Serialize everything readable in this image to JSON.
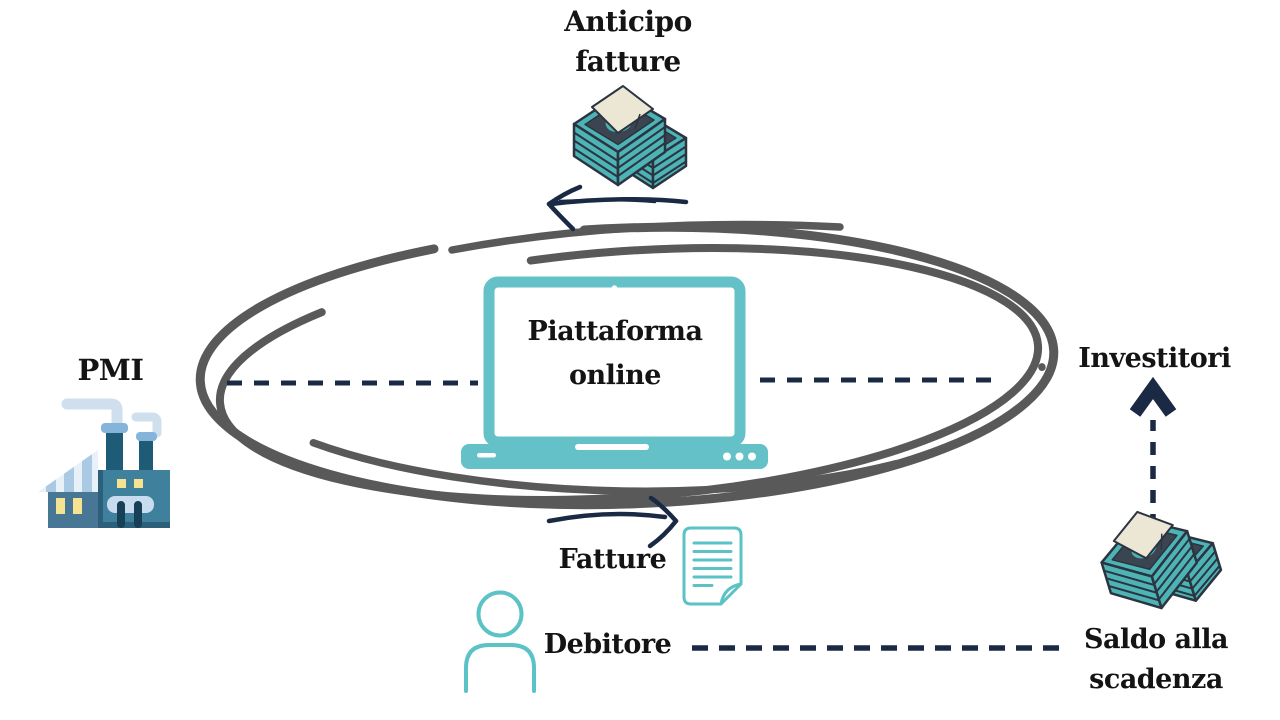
{
  "labels": {
    "advance": "Anticipo fatture",
    "platform": "Piattaforma online",
    "pmi": "PMI",
    "investors": "Investitori",
    "invoices": "Fatture",
    "debtor": "Debitore",
    "settlement": "Saldo alla scadenza"
  },
  "colors": {
    "teal": "#63c1c7",
    "teal_outline": "#5bc2c5",
    "navy": "#1b2a44",
    "swirl_gray": "#595959",
    "money_teal": "#4db4b6",
    "money_dark": "#3b4551",
    "money_outline": "#2b3440",
    "band_cream": "#ece6d4",
    "factory_main": "#3f819c",
    "factory_annex": "#477795",
    "factory_trim": "#2b5f7a",
    "factory_chimney": "#1d5b76",
    "factory_cap": "#85b4da",
    "factory_smoke": "#cfdfee",
    "factory_door": "#c8dcef",
    "factory_leg": "#173f55",
    "window_yellow": "#f5e391",
    "roof_stripe": "#a9c9e5",
    "roof_light": "#e9f1f8",
    "text": "#141414"
  },
  "icons": {
    "top": "money-stack-icon",
    "center": "laptop-icon",
    "left": "factory-icon",
    "documents": "invoice-document-icon",
    "debtor": "person-icon",
    "bottom_right": "money-stack-icon"
  }
}
